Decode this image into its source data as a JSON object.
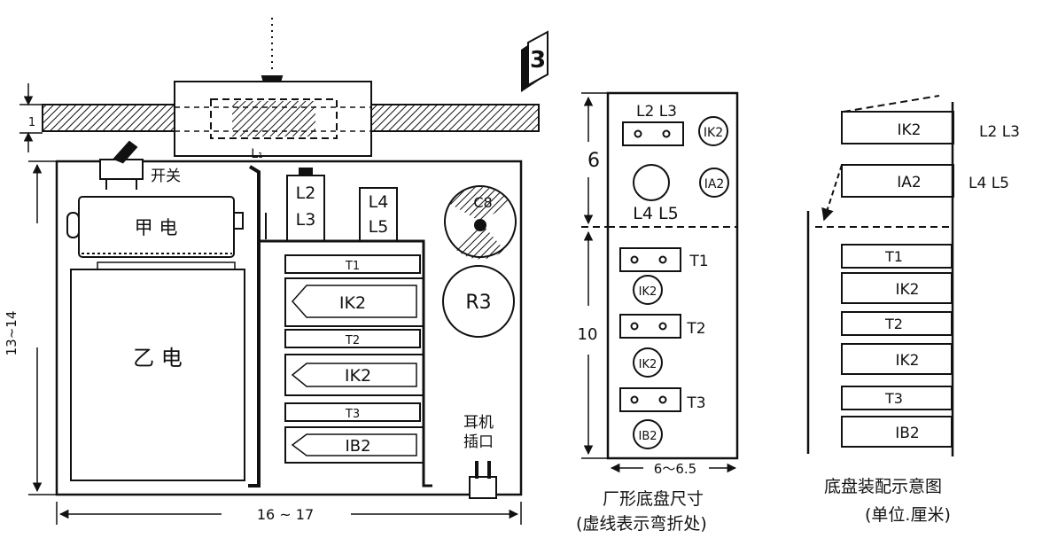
{
  "badge": "3",
  "left": {
    "dim_top": "1",
    "dim_height": "13~14",
    "dim_width": "16 ~ 17",
    "coil": "L₁",
    "switch": "开关",
    "battery_a": "甲  电",
    "battery_b": "乙  电",
    "coil_l23": [
      "L2",
      "L3"
    ],
    "coil_l45": [
      "L4",
      "L5"
    ],
    "cap": "C8",
    "res": "R3",
    "t1": "T1",
    "t2": "T2",
    "t3": "T3",
    "tube1": "IK2",
    "tube2": "IK2",
    "tube3": "IB2",
    "jack": [
      "耳机",
      "插口"
    ]
  },
  "middle": {
    "dim_upper": "6",
    "dim_lower": "10",
    "dim_width": "6～6.5",
    "l23": "L2  L3",
    "l45": "L4  L5",
    "s1": "IK2",
    "s2": "IA2",
    "t1": "T1",
    "t2": "T2",
    "t3": "T3",
    "s3": "IK2",
    "s4": "IK2",
    "s5": "IB2",
    "caption1": "厂形底盘尺寸",
    "caption2": "(虚线表示弯折处)"
  },
  "right": {
    "row1": "IK2",
    "row1_side": "L2 L3",
    "row2": "IA2",
    "row2_side": "L4 L5",
    "row3": "T1",
    "row4": "IK2",
    "row5": "T2",
    "row6": "IK2",
    "row7": "T3",
    "row8": "IB2",
    "caption1": "底盘装配示意图",
    "caption2": "(单位.厘米)"
  }
}
